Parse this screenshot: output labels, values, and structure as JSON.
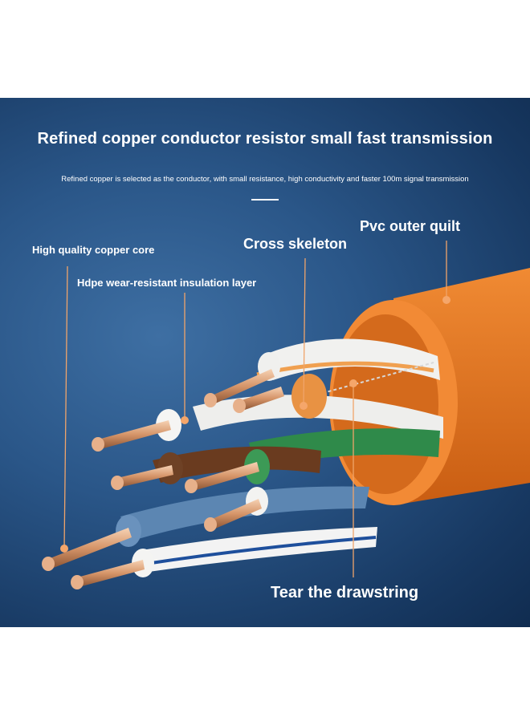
{
  "headline": "Refined copper conductor resistor small fast transmission",
  "subline": "Refined copper is selected as the conductor, with small resistance, high conductivity and faster 100m signal transmission",
  "labels": {
    "copper_core": "High quality copper core",
    "hdpe_layer": "Hdpe wear-resistant insulation layer",
    "cross_skeleton": "Cross skeleton",
    "pvc_outer": "Pvc outer quilt",
    "drawstring": "Tear the drawstring"
  },
  "colors": {
    "background": "#2a5688",
    "sheath": "#e8741f",
    "copper": "#e0a27a",
    "callout_line": "#f0a46a"
  }
}
